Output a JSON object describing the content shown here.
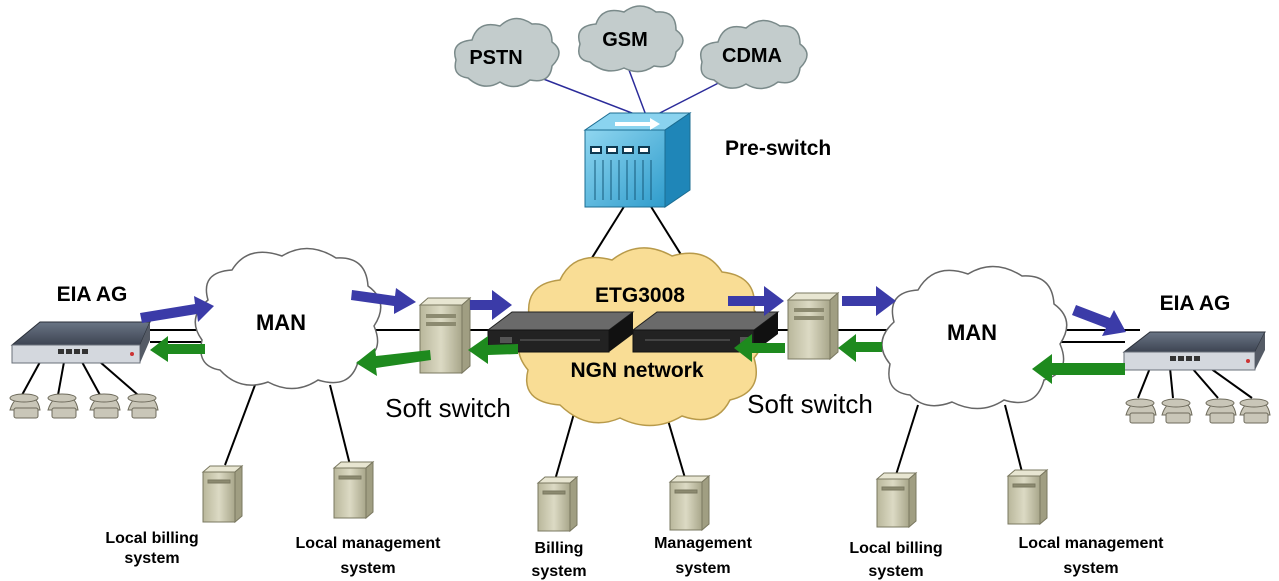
{
  "clouds_top": [
    "PSTN",
    "GSM",
    "CDMA"
  ],
  "pre_switch_label": "Pre-switch",
  "core": {
    "label_top": "ETG3008",
    "label_bottom": "NGN network"
  },
  "left": {
    "ag_label": "EIA AG",
    "man_label": "MAN",
    "soft_switch_label": "Soft switch"
  },
  "right": {
    "ag_label": "EIA AG",
    "man_label": "MAN",
    "soft_switch_label": "Soft switch"
  },
  "servers": {
    "left_billing": [
      "Local billing",
      "system"
    ],
    "left_mgmt": [
      "Local management",
      "system"
    ],
    "core_billing": [
      "Billing",
      "system"
    ],
    "core_mgmt": [
      "Management",
      "system"
    ],
    "right_billing": [
      "Local billing",
      "system"
    ],
    "right_mgmt": [
      "Local management",
      "system"
    ]
  },
  "colors": {
    "blue_arrow": "#3b3ba8",
    "green_arrow": "#1e8a1e",
    "ngn_cloud": "#f9dd95",
    "top_cloud": "#c3cccc",
    "pre_switch": "#3aaad8"
  }
}
